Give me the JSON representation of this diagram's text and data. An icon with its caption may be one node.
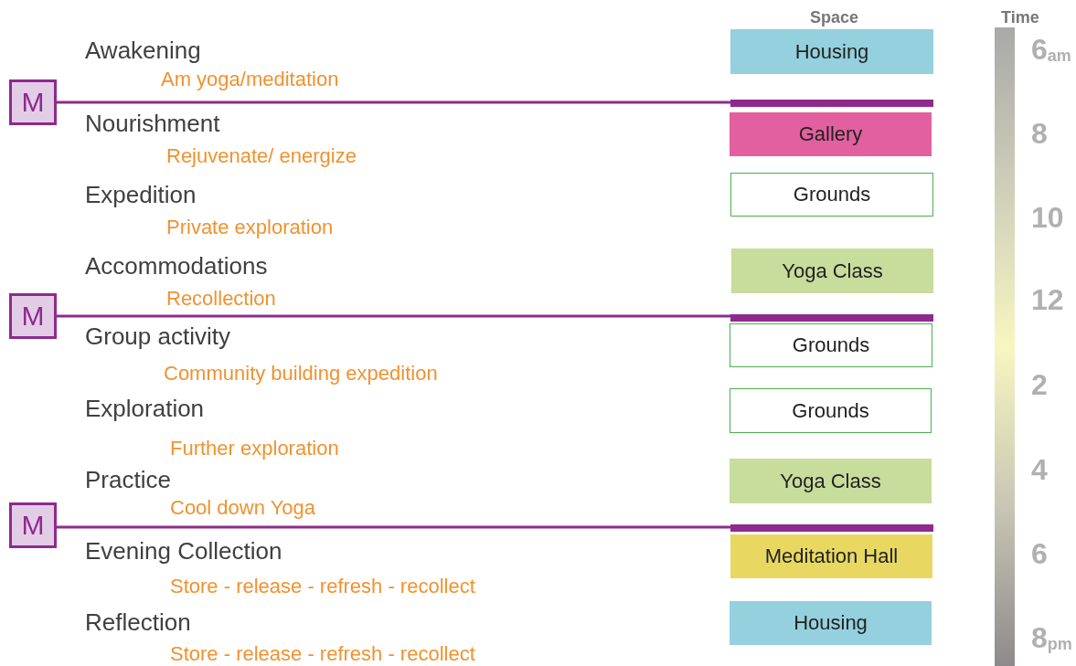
{
  "diagram": {
    "nodes": [
      {
        "text": [
          "Housing"
        ]
      },
      {
        "text": [
          "M"
        ]
      },
      {
        "text": [
          "Gallery"
        ]
      },
      {
        "text": [
          "Grounds"
        ]
      },
      {
        "text": [
          "Yoga Class"
        ]
      },
      {
        "text": [
          "M"
        ]
      },
      {
        "text": [
          "Grounds"
        ]
      },
      {
        "text": [
          "Grounds"
        ]
      },
      {
        "text": [
          "Yoga Class"
        ]
      },
      {
        "text": [
          "M"
        ]
      },
      {
        "text": [
          "Meditation Hall"
        ]
      },
      {
        "text": [
          "Housing"
        ]
      },
      {
        "text": [],
        "shape": "bar"
      }
    ],
    "edges": [],
    "labels": [
      "Space",
      "Time",
      "Awakening",
      "6$_{am}$",
      "Am yoga/meditation",
      "Nourishment",
      "8",
      "Rejuvenate/ energize",
      "Expedition",
      "Private exploration",
      "10",
      "Accommodations",
      "Recollection",
      "12",
      "Group activity",
      "Community building expedition",
      "2",
      "Exploration",
      "Further exploration",
      "4",
      "Practice",
      "Cool down Yoga",
      "Evening Collection",
      "6",
      "Store - release - refresh - recollect",
      "Reflection",
      "8$_{pm}$",
      "Store - release - refresh - recollect"
    ]
  }
}
